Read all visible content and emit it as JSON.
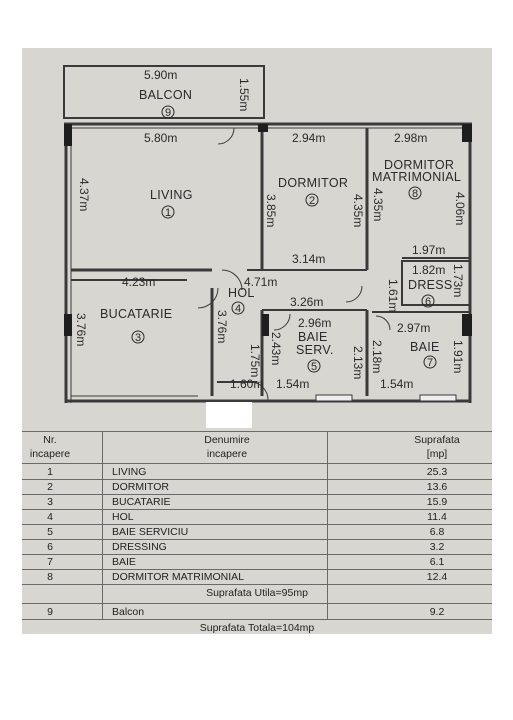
{
  "plan": {
    "rooms": [
      {
        "name": "BALCON",
        "number": "9"
      },
      {
        "name": "LIVING",
        "number": "1"
      },
      {
        "name": "DORMITOR",
        "number": "2"
      },
      {
        "name": "DORMITOR",
        "name2": "MATRIMONIAL",
        "number": "8"
      },
      {
        "name": "BUCATARIE",
        "number": "3"
      },
      {
        "name": "HOL",
        "number": "4"
      },
      {
        "name": "BAIE",
        "name2": "SERV.",
        "number": "5"
      },
      {
        "name": "DRESS",
        "number": "6"
      },
      {
        "name": "BAIE",
        "number": "7"
      }
    ],
    "dims": {
      "balcon_w": "5.90m",
      "balcon_h": "1.55m",
      "living_w": "5.80m",
      "living_h": "4.37m",
      "dorm_w": "2.94m",
      "dorm_h1": "3.85m",
      "dorm_h2": "4.35m",
      "dorm_b": "3.14m",
      "matri_w": "2.98m",
      "matri_h1": "4.35m",
      "matri_h2": "4.06m",
      "matri_b": "1.97m",
      "hol_w": "4.71m",
      "buc_w": "4.23m",
      "buc_h1": "3.76m",
      "buc_h2": "3.76m",
      "dress_w": "1.82m",
      "dress_h1": "1.61m",
      "dress_h2": "1.73m",
      "hol_w2": "3.26m",
      "baieserv_w": "2.96m",
      "baieserv_h1": "2.43m",
      "baieserv_h2": "2.13m",
      "baieserv_b": "1.54m",
      "hol_h": "1.75m",
      "hol_b": "1.60m",
      "baie_w": "2.97m",
      "baie_h1": "2.18m",
      "baie_h2": "1.91m",
      "baie_b": "1.54m"
    }
  },
  "table": {
    "headers": {
      "nr_line1": "Nr.",
      "nr_line2": "incapere",
      "name_line1": "Denumire",
      "name_line2": "incapere",
      "area_line1": "Suprafata",
      "area_line2": "[mp]"
    },
    "rows": [
      {
        "nr": "1",
        "name": "LIVING",
        "area": "25.3"
      },
      {
        "nr": "2",
        "name": "DORMITOR",
        "area": "13.6"
      },
      {
        "nr": "3",
        "name": "BUCATARIE",
        "area": "15.9"
      },
      {
        "nr": "4",
        "name": "HOL",
        "area": "11.4"
      },
      {
        "nr": "5",
        "name": "BAIE SERVICIU",
        "area": "6.8"
      },
      {
        "nr": "6",
        "name": "DRESSING",
        "area": "3.2"
      },
      {
        "nr": "7",
        "name": "BAIE",
        "area": "6.1"
      },
      {
        "nr": "8",
        "name": "DORMITOR MATRIMONIAL",
        "area": "12.4"
      }
    ],
    "util_total": "Suprafata Utila=95mp",
    "balcon_row": {
      "nr": "9",
      "name": "Balcon",
      "area": "9.2"
    },
    "grand_total": "Suprafata Totala=104mp"
  }
}
